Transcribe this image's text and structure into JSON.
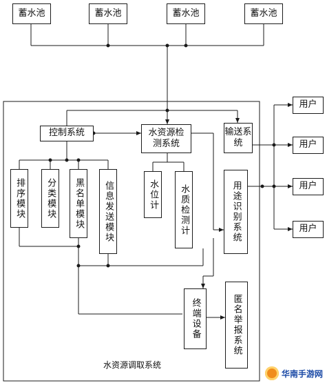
{
  "reservoirs": [
    "蓄水池",
    "蓄水池",
    "蓄水池",
    "蓄水池"
  ],
  "system_label": "水资源调取系统",
  "control_system": "控制系统",
  "detection_system": "水资源检测系统",
  "modules": [
    "排序模块",
    "分类模块",
    "黑名单模块",
    "信息发送模块"
  ],
  "water_level": "水位计",
  "water_quality": "水质检测计",
  "transport_system": "输送系统",
  "usage_system": "用途识别系统",
  "terminal": "终端设备",
  "report_system": "匿名举报系统",
  "users": [
    "用户",
    "用户",
    "用户",
    "用户"
  ],
  "watermark": "华南手游网"
}
